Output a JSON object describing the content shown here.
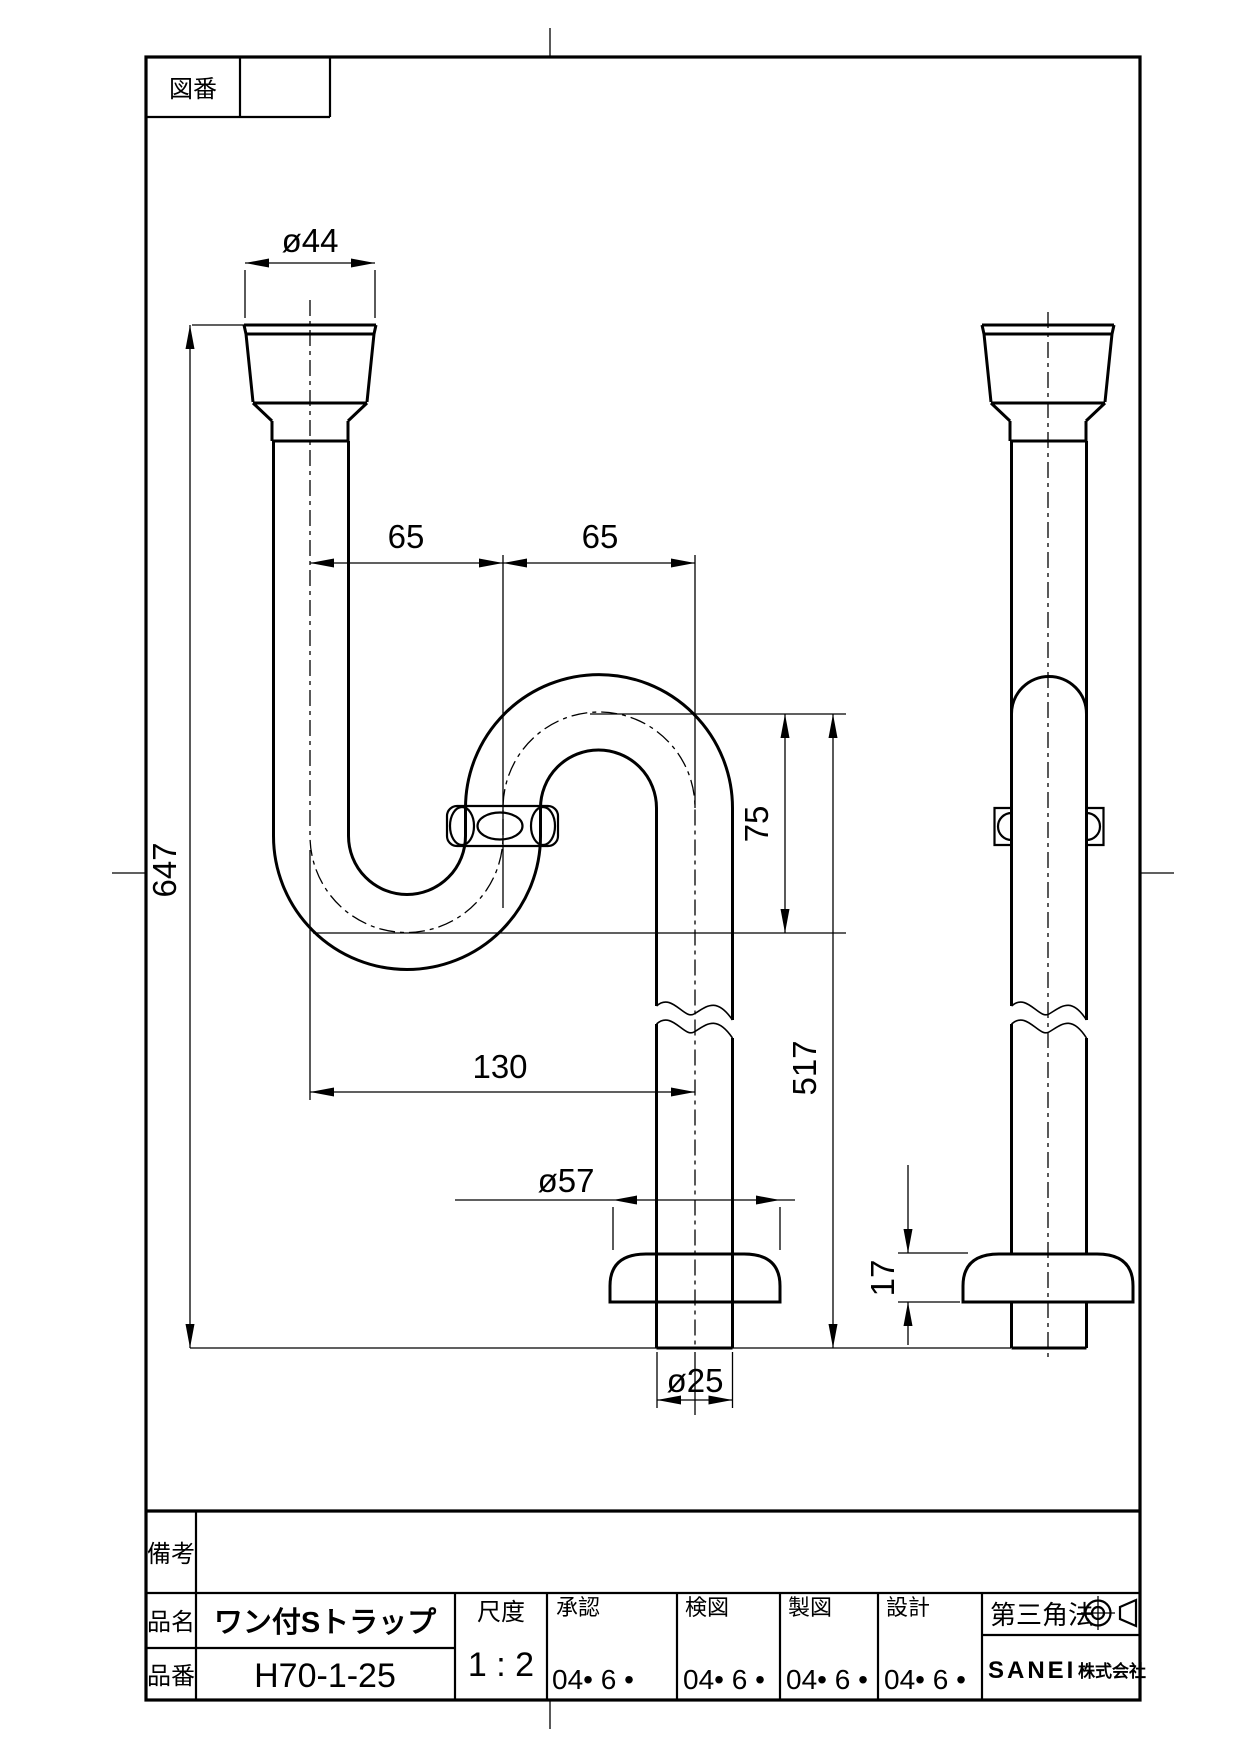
{
  "drawing_number_box": {
    "label": "図番",
    "value": ""
  },
  "dimensions": {
    "top_diameter": "ø44",
    "offset_left": "65",
    "offset_right": "65",
    "overall_height": "647",
    "trap_depth": "75",
    "center_distance": "130",
    "flange_diameter": "ø57",
    "tail_height": "517",
    "pipe_diameter": "ø25",
    "flange_thickness": "17"
  },
  "title_block": {
    "remarks_label": "備考",
    "remarks_value": "",
    "product_name_label": "品名",
    "product_name": "ワン付Sトラップ",
    "product_code_label": "品番",
    "product_code": "H70-1-25",
    "scale_label": "尺度",
    "scale_value": "1 : 2",
    "approval_label": "承認",
    "approval_date": "04• 6 •",
    "check_label": "検図",
    "check_date": "04• 6 •",
    "drafting_label": "製図",
    "drafting_date": "04• 6 •",
    "design_label": "設計",
    "design_date": "04• 6 •",
    "projection_label": "第三角法",
    "projection_symbol": "third-angle-projection-symbol",
    "company_name": "SANEI",
    "company_suffix": "株式会社"
  },
  "colors": {
    "line": "#000000",
    "paper": "#ffffff"
  }
}
